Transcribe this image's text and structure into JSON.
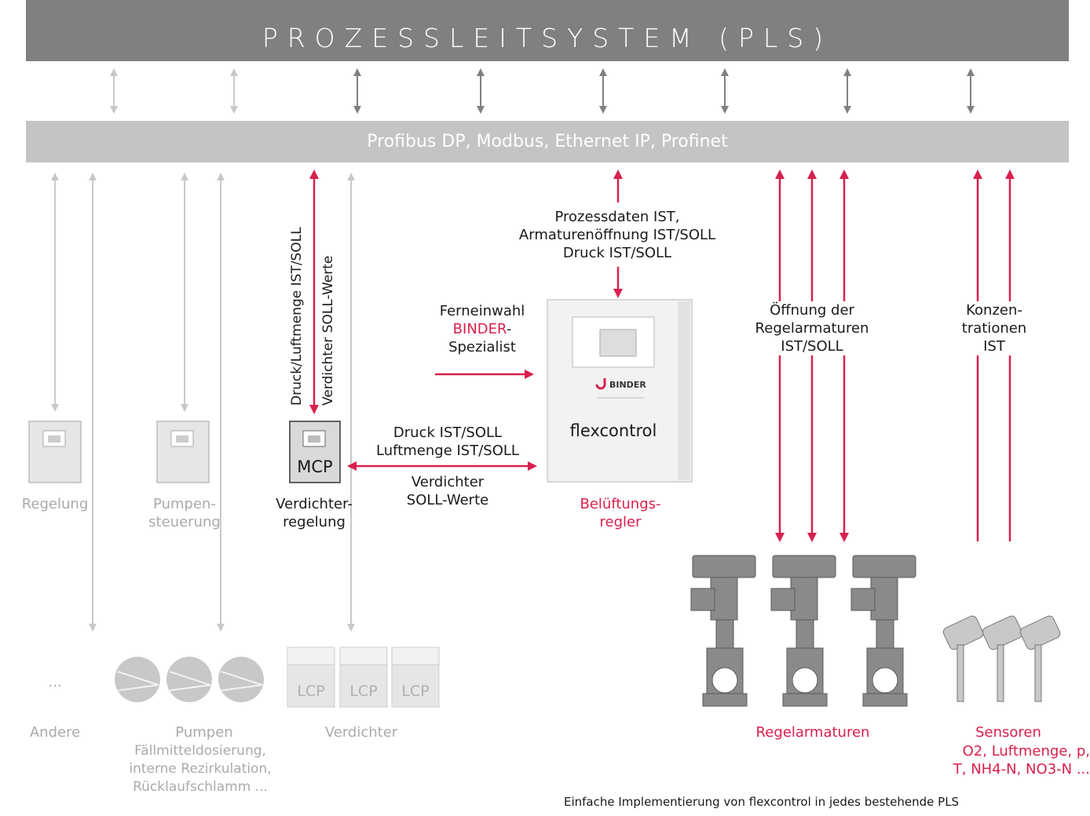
{
  "pls_title": "PROZESSLEITSYSTEM (PLS)",
  "bus_title": "Profibus DP, Modbus, Ethernet IP, Profinet",
  "left_groups": {
    "regelung": "Regelung",
    "pumpensteuerung": [
      "Pumpen-",
      "steuerung"
    ],
    "verdichterregelung": [
      "Verdichter-",
      "regelung"
    ],
    "mcp_label": "MCP"
  },
  "mcp_arrow_labels": [
    "Druck/Luftmenge IST/SOLL",
    "Verdichter SOLL-Werte"
  ],
  "flexcontrol": {
    "top_arrow_labels": [
      "Prozessdaten IST,",
      "Armaturenöffnung IST/SOLL",
      "Druck IST/SOLL"
    ],
    "remote": {
      "line1": "Ferneinwahl",
      "brand": "BINDER",
      "dash": "-",
      "line3": "Spezialist"
    },
    "mcp_link_upper": [
      "Druck IST/SOLL",
      "Luftmenge IST/SOLL"
    ],
    "mcp_link_lower": [
      "Verdichter",
      "SOLL-Werte"
    ],
    "device_label": "flexcontrol",
    "device_brand": "BINDER",
    "caption": [
      "Belüftungs-",
      "regler"
    ]
  },
  "valves": {
    "arrow_label": [
      "Öffnung der",
      "Regelarmaturen",
      "IST/SOLL"
    ],
    "caption": "Regelarmaturen"
  },
  "sensors": {
    "arrow_label": [
      "Konzen-",
      "trationen",
      "IST"
    ],
    "caption": "Sensoren",
    "detail_line1": "O2, Luftmenge, p,",
    "detail_line2": "T, NH4-N, NO3-N ..."
  },
  "bottom_groups": {
    "andere_dots": "...",
    "andere": "Andere",
    "pumpen": "Pumpen",
    "pumpen_detail": [
      "Fällmitteldosierung,",
      "interne Rezirkulation,",
      "Rücklaufschlamm ..."
    ],
    "lcp_label": "LCP",
    "verdichter": "Verdichter"
  },
  "footer_caption": "Einfache Implementierung von flexcontrol in jedes bestehende PLS",
  "colors": {
    "dark_grey": "#808080",
    "light_grey": "#c4c4c4",
    "accent": "#d8204c",
    "icon_grey": "#aaaaaa"
  }
}
